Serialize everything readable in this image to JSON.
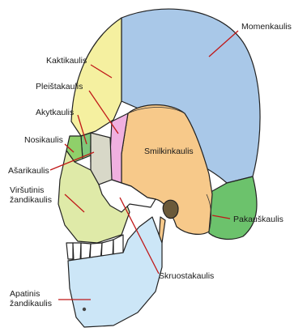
{
  "labels": {
    "momenkaulis": "Momenkaulis",
    "kaktikaulis": "Kaktikaulis",
    "pleistakaulis": "Pleištakaulis",
    "akytkaulis": "Akytkaulis",
    "nosikaulis": "Nosikaulis",
    "smilkinkaulis": "Smilkinkaulis",
    "asarikaulis": "Ašarikaulis",
    "virsutinis_1": "Viršutinis",
    "virsutinis_2": "žandikaulis",
    "pakauskaulis": "Pakauškaulis",
    "skruostakaulis": "Skruostakaulis",
    "apatinis_1": "Apatinis",
    "apatinis_2": "žandikaulis"
  },
  "colors": {
    "parietal": "#a9c8e8",
    "frontal": "#f5f0a0",
    "sphenoid": "#f0b0e0",
    "ethmoid": "#7fc77a",
    "nasal": "#8fd06a",
    "temporal": "#f7c98a",
    "lacrimal": "#f3b97a",
    "maxilla": "#dfeaa8",
    "occipital": "#6cc26c",
    "zygomatic": "#ffffff",
    "mandible": "#cce6f7",
    "leader_line": "#c01818"
  }
}
